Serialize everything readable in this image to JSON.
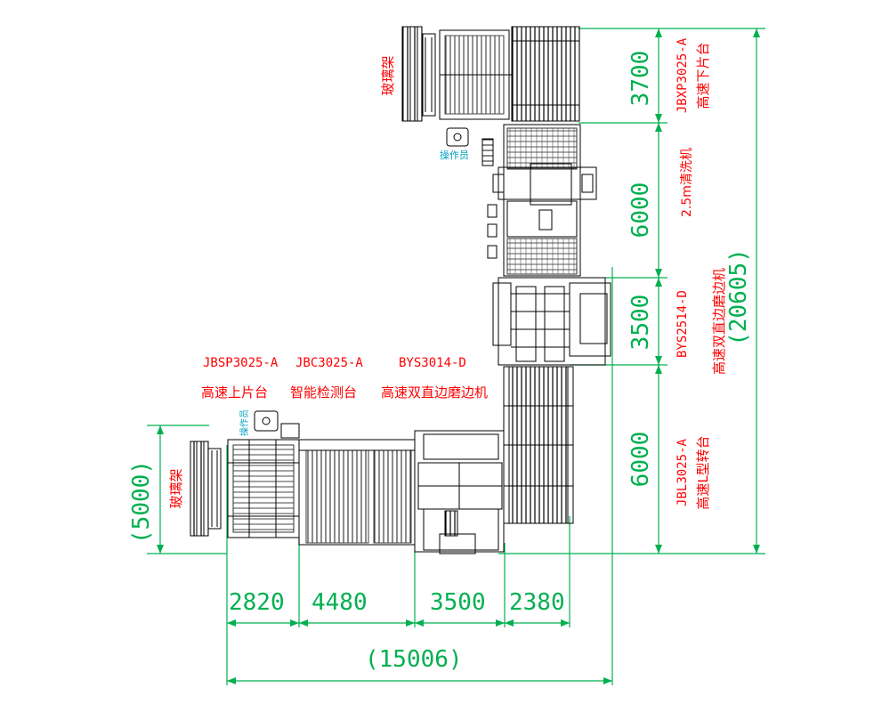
{
  "labels": {
    "rack": "玻璃架",
    "operator": "操作员",
    "sp_model": "JBSP3025-A",
    "sp_name": "高速上片台",
    "bc_model": "JBC3025-A",
    "bc_name": "智能检测台",
    "bys_model": "BYS3014-D",
    "bys_name": "高速双直边磨边机",
    "xp_model": "JBXP3025-A",
    "xp_name": "高速下片台",
    "wash_name": "2.5m清洗机",
    "bys2_model": "BYS2514-D",
    "bys2_name": "高速双直边磨边机",
    "bl_model": "JBL3025-A",
    "bl_name": "高速L型转台"
  },
  "dims": {
    "h1": "2820",
    "h2": "4480",
    "h3": "3500",
    "h4": "2380",
    "h_total": "(15006)",
    "v1": "3700",
    "v2": "6000",
    "v3": "3500",
    "v4": "6000",
    "v_total": "(20605)",
    "left": "(5000)"
  },
  "colors": {
    "dimension": "#00b050",
    "label": "#ff0000",
    "operator": "#00a0c0",
    "drawing": "#000000"
  }
}
